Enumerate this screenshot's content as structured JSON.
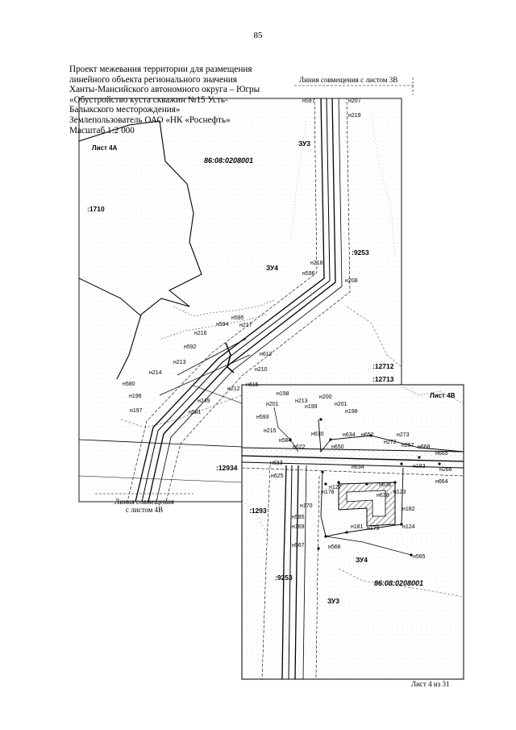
{
  "page_number": "85",
  "title_lines": [
    "Проект межевания территории для размещения",
    "линейного объекта регионального значения",
    "Ханты-Мансийского автономного округа – Югры",
    "«Обустройство куста скважин №15 Усть-",
    "Балыкского месторождения»",
    "Землепользователь ОАО «НК «Роснефть»",
    "Масштаб 1:2 000"
  ],
  "link_top": "Линия совмещения с листом 3В",
  "link_bottom": [
    "Линия совмещения",
    "с листом 4В"
  ],
  "sheet_a": "Лист 4А",
  "sheet_b": "Лист 4В",
  "footer": "Лист 4 из 31",
  "quarter_a": "86:08:0208001",
  "quarter_b": "86:08:0208001",
  "parcels": [
    {
      "id": "p1710",
      "text": ":1710"
    },
    {
      "id": "p9253a",
      "text": ":9253"
    },
    {
      "id": "p12712",
      "text": ":12712"
    },
    {
      "id": "p12713",
      "text": ":12713"
    },
    {
      "id": "p12934",
      "text": ":12934"
    },
    {
      "id": "p1293",
      "text": ":1293"
    },
    {
      "id": "p9253b",
      "text": ":9253"
    }
  ],
  "zones": [
    {
      "id": "zu3a",
      "text": "ЗУ3"
    },
    {
      "id": "zu4a",
      "text": "ЗУ4"
    },
    {
      "id": "zu4b",
      "text": "ЗУ4"
    },
    {
      "id": "zu3b",
      "text": "ЗУ3"
    }
  ],
  "points_a": [
    "н597",
    "н207",
    "н219",
    "н218",
    "н596",
    "н208",
    "н595",
    "н594",
    "н217",
    "н216",
    "н592",
    "н213",
    "н612",
    "н210",
    "н214",
    "н580",
    "н196",
    "н212",
    "н615",
    "н249",
    "н197",
    "н581"
  ],
  "points_b": [
    "н198",
    "н201",
    "н213",
    "н200",
    "н593",
    "н199",
    "н201",
    "н198",
    "н215",
    "н630",
    "н634",
    "н652",
    "н273",
    "н584",
    "н650",
    "н272",
    "н267",
    "н668",
    "н622",
    "н665",
    "н633",
    "н634",
    "н183",
    "н266",
    "н625",
    "н127",
    "н636",
    "н664",
    "н123",
    "н178",
    "н638",
    "н182",
    "н170",
    "н585",
    "н181",
    "н179",
    "н124",
    "н169",
    "н566",
    "н567",
    "н565"
  ]
}
